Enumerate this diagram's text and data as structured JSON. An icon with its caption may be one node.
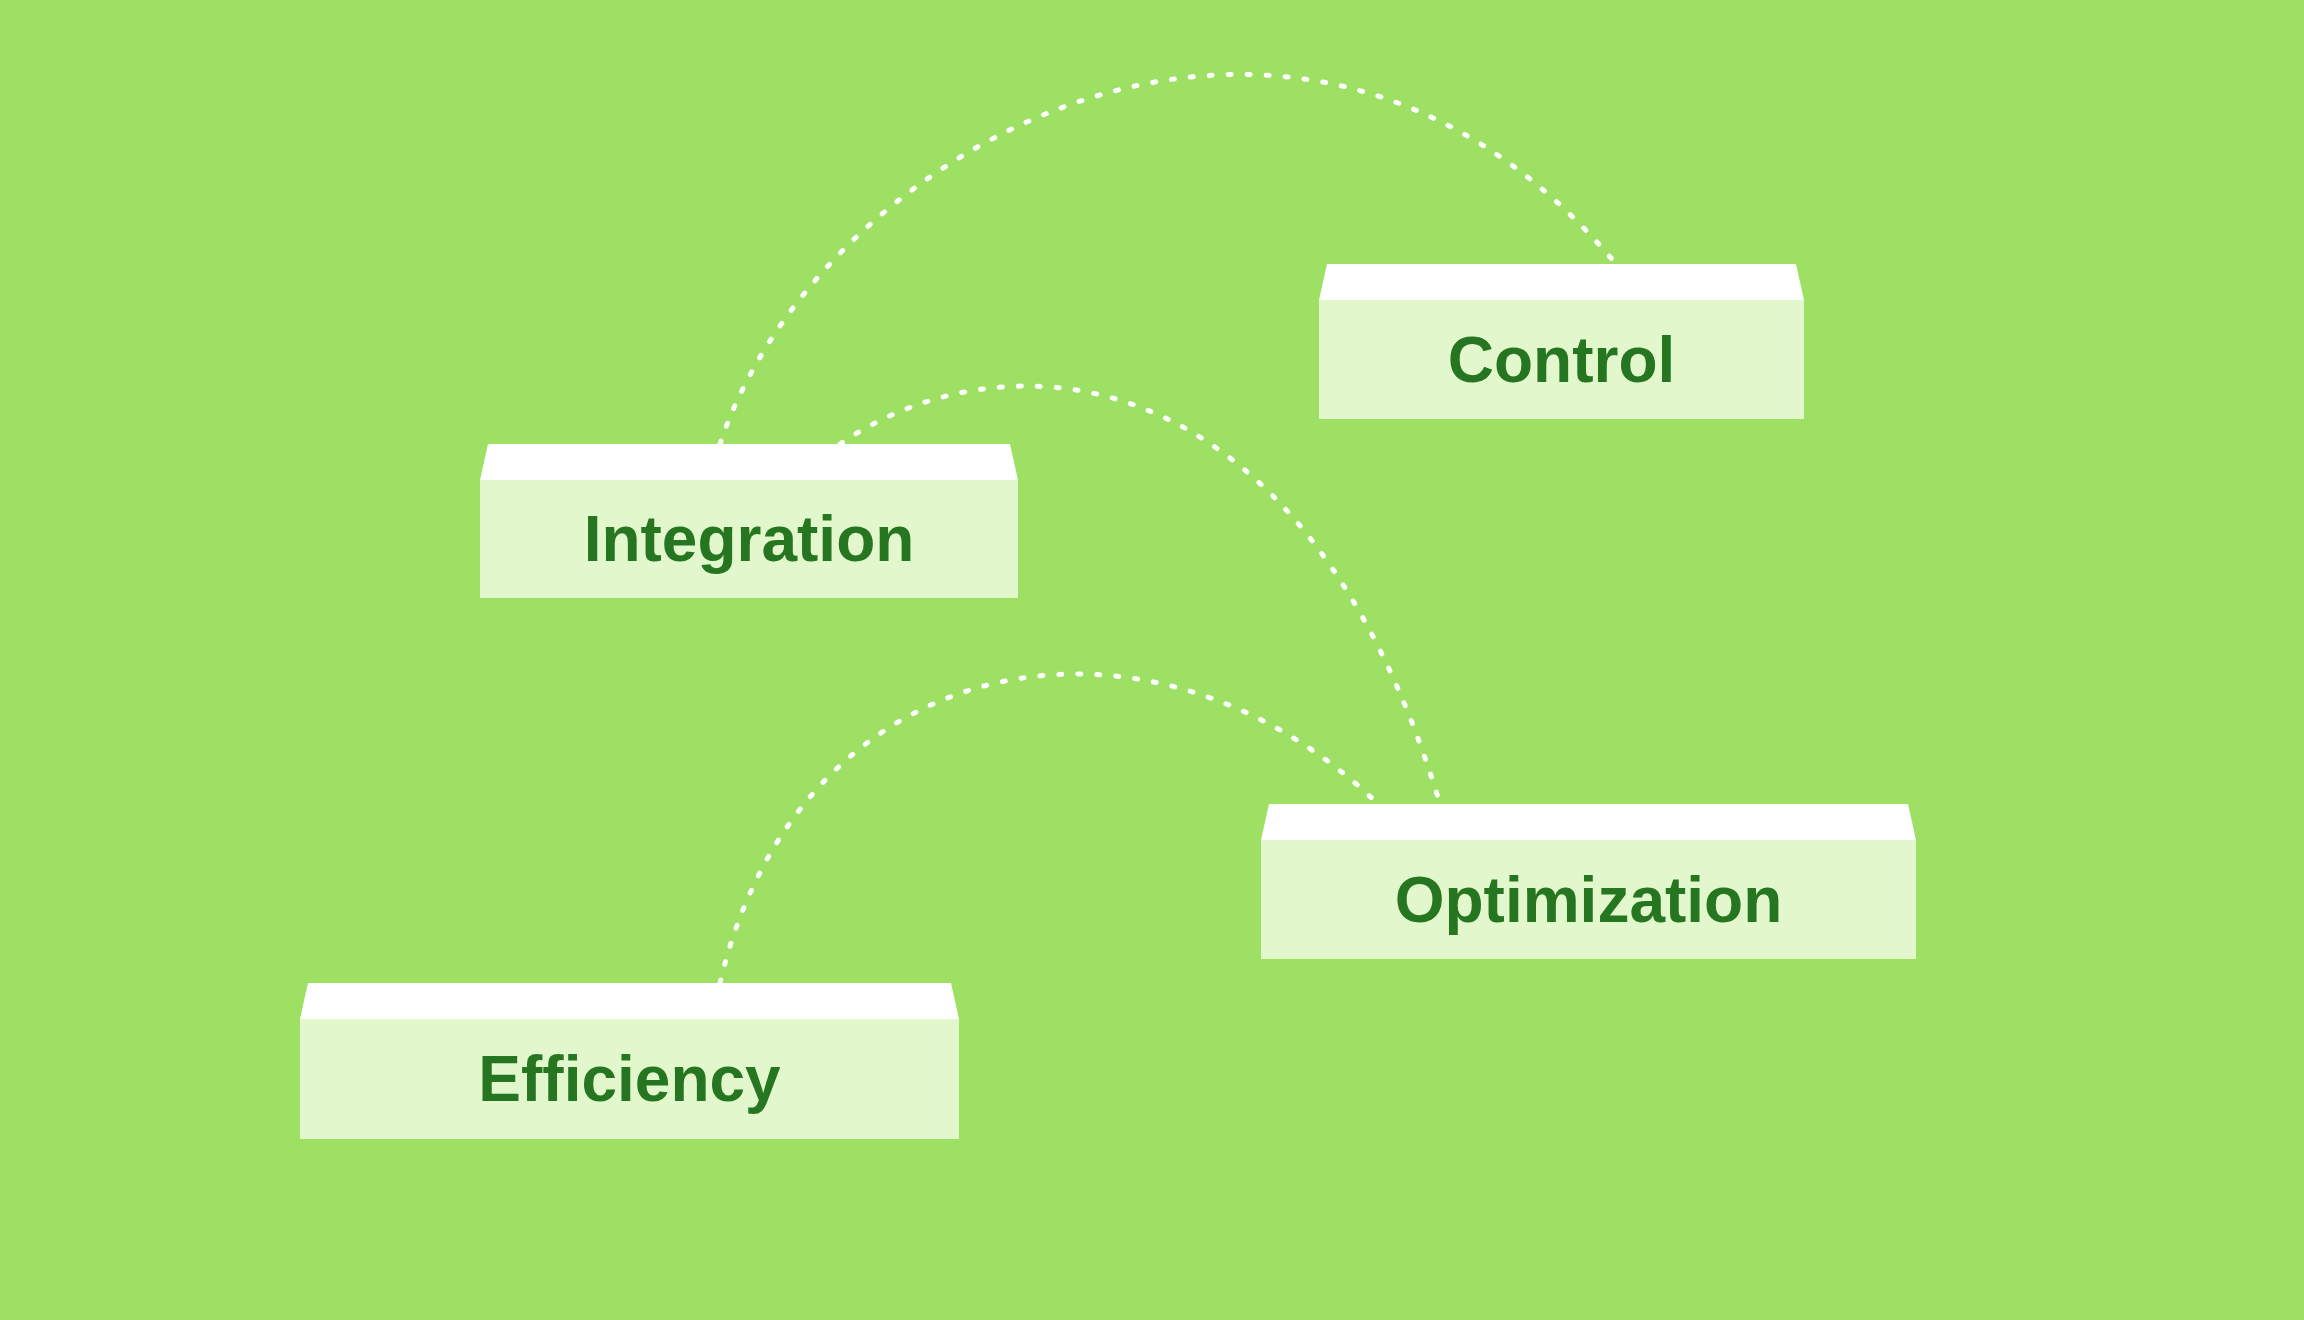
{
  "diagram": {
    "nodes": [
      {
        "text": [
          "Control"
        ]
      },
      {
        "text": [
          "Integration"
        ]
      },
      {
        "text": [
          "Optimization"
        ]
      },
      {
        "text": [
          "Efficiency"
        ]
      }
    ],
    "edges": [
      {
        "from": 1,
        "to": 0,
        "arrow": "none",
        "style": "dashed"
      },
      {
        "from": 1,
        "to": 2,
        "arrow": "none",
        "style": "dashed"
      },
      {
        "from": 3,
        "to": 2,
        "arrow": "none",
        "style": "dashed"
      }
    ]
  }
}
